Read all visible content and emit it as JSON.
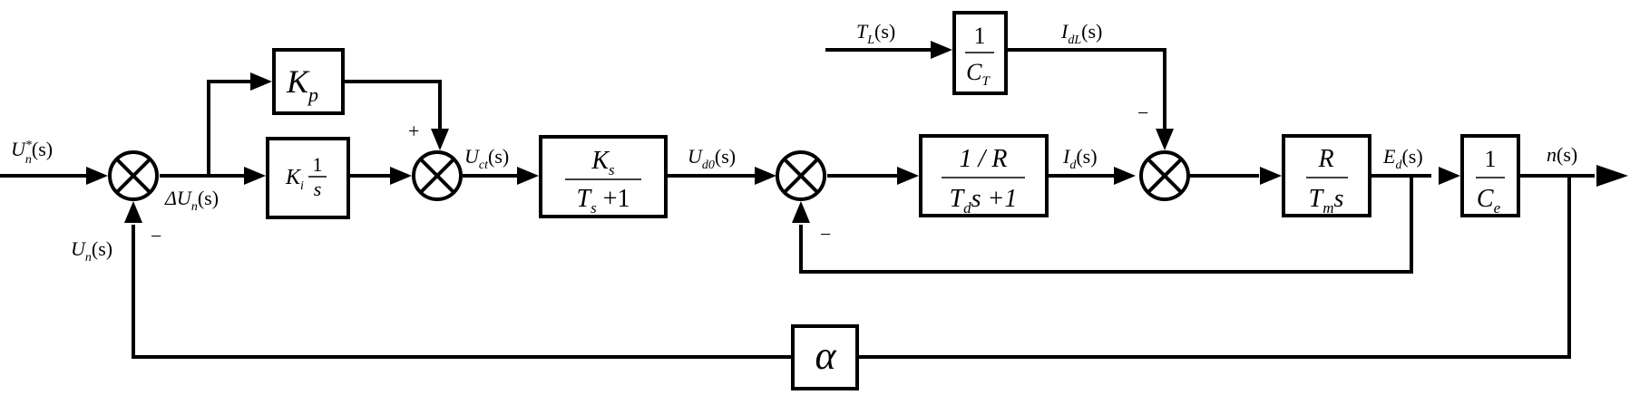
{
  "signals": {
    "un_star_main": "U",
    "un_star_sup": "*",
    "un_star_sub": "n",
    "un_star_arg": "(s)",
    "delta_un_prefix": "ΔU",
    "delta_un_sub": "n",
    "delta_un_arg": "(s)",
    "un_fb_main": "U",
    "un_fb_sub": "n",
    "un_fb_arg": "(s)",
    "uct_main": "U",
    "uct_sub": "ct",
    "uct_arg": "(s)",
    "ud0_main": "U",
    "ud0_sub": "d0",
    "ud0_arg": "(s)",
    "tl_main": "T",
    "tl_sub": "L",
    "tl_arg": "(s)",
    "idl_main": "I",
    "idl_sub": "dL",
    "idl_arg": "(s)",
    "id_main": "I",
    "id_sub": "d",
    "id_arg": "(s)",
    "ed_main": "E",
    "ed_sub": "d",
    "ed_arg": "(s)",
    "n_main": "n",
    "n_arg": "(s)"
  },
  "signs": {
    "minus": "−",
    "plus": "+"
  },
  "blocks": {
    "kp_main": "K",
    "kp_sub": "p",
    "ki_main": "K",
    "ki_sub": "i",
    "ki_num": "1",
    "ki_den": "s",
    "ks_num_main": "K",
    "ks_num_sub": "s",
    "ks_den_main": "T",
    "ks_den_sub": "s",
    "ks_den_rest": " +1",
    "r_num": "1 / R",
    "r_den_main": "T",
    "r_den_sub": "d",
    "r_den_rest": "s +1",
    "ct_num": "1",
    "ct_den_main": "C",
    "ct_den_sub": "T",
    "tm_num": "R",
    "tm_den_main": "T",
    "tm_den_sub": "m",
    "tm_den_rest": "s",
    "ce_num": "1",
    "ce_den_main": "C",
    "ce_den_sub": "e",
    "alpha": "α"
  }
}
